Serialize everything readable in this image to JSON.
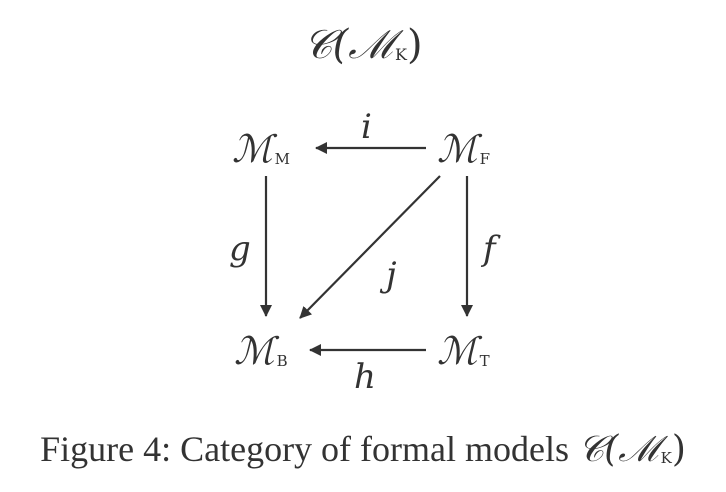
{
  "diagram": {
    "title": {
      "prefix": "𝒞(",
      "main": "ℳ",
      "sub": "K",
      "suffix": ")"
    },
    "nodes": {
      "mm": {
        "symbol": "ℳ",
        "sub": "M"
      },
      "mf": {
        "symbol": "ℳ",
        "sub": "F"
      },
      "mb": {
        "symbol": "ℳ",
        "sub": "B"
      },
      "mt": {
        "symbol": "ℳ",
        "sub": "T"
      }
    },
    "edges": {
      "i": "i",
      "g": "g",
      "f": "f",
      "j": "j",
      "h": "h"
    },
    "caption": {
      "text": "Figure 4: Category of formal models ",
      "formula_prefix": "𝒞(",
      "formula_main": "ℳ",
      "formula_sub": "K",
      "formula_suffix": ")"
    },
    "colors": {
      "ink": "#333333"
    }
  }
}
